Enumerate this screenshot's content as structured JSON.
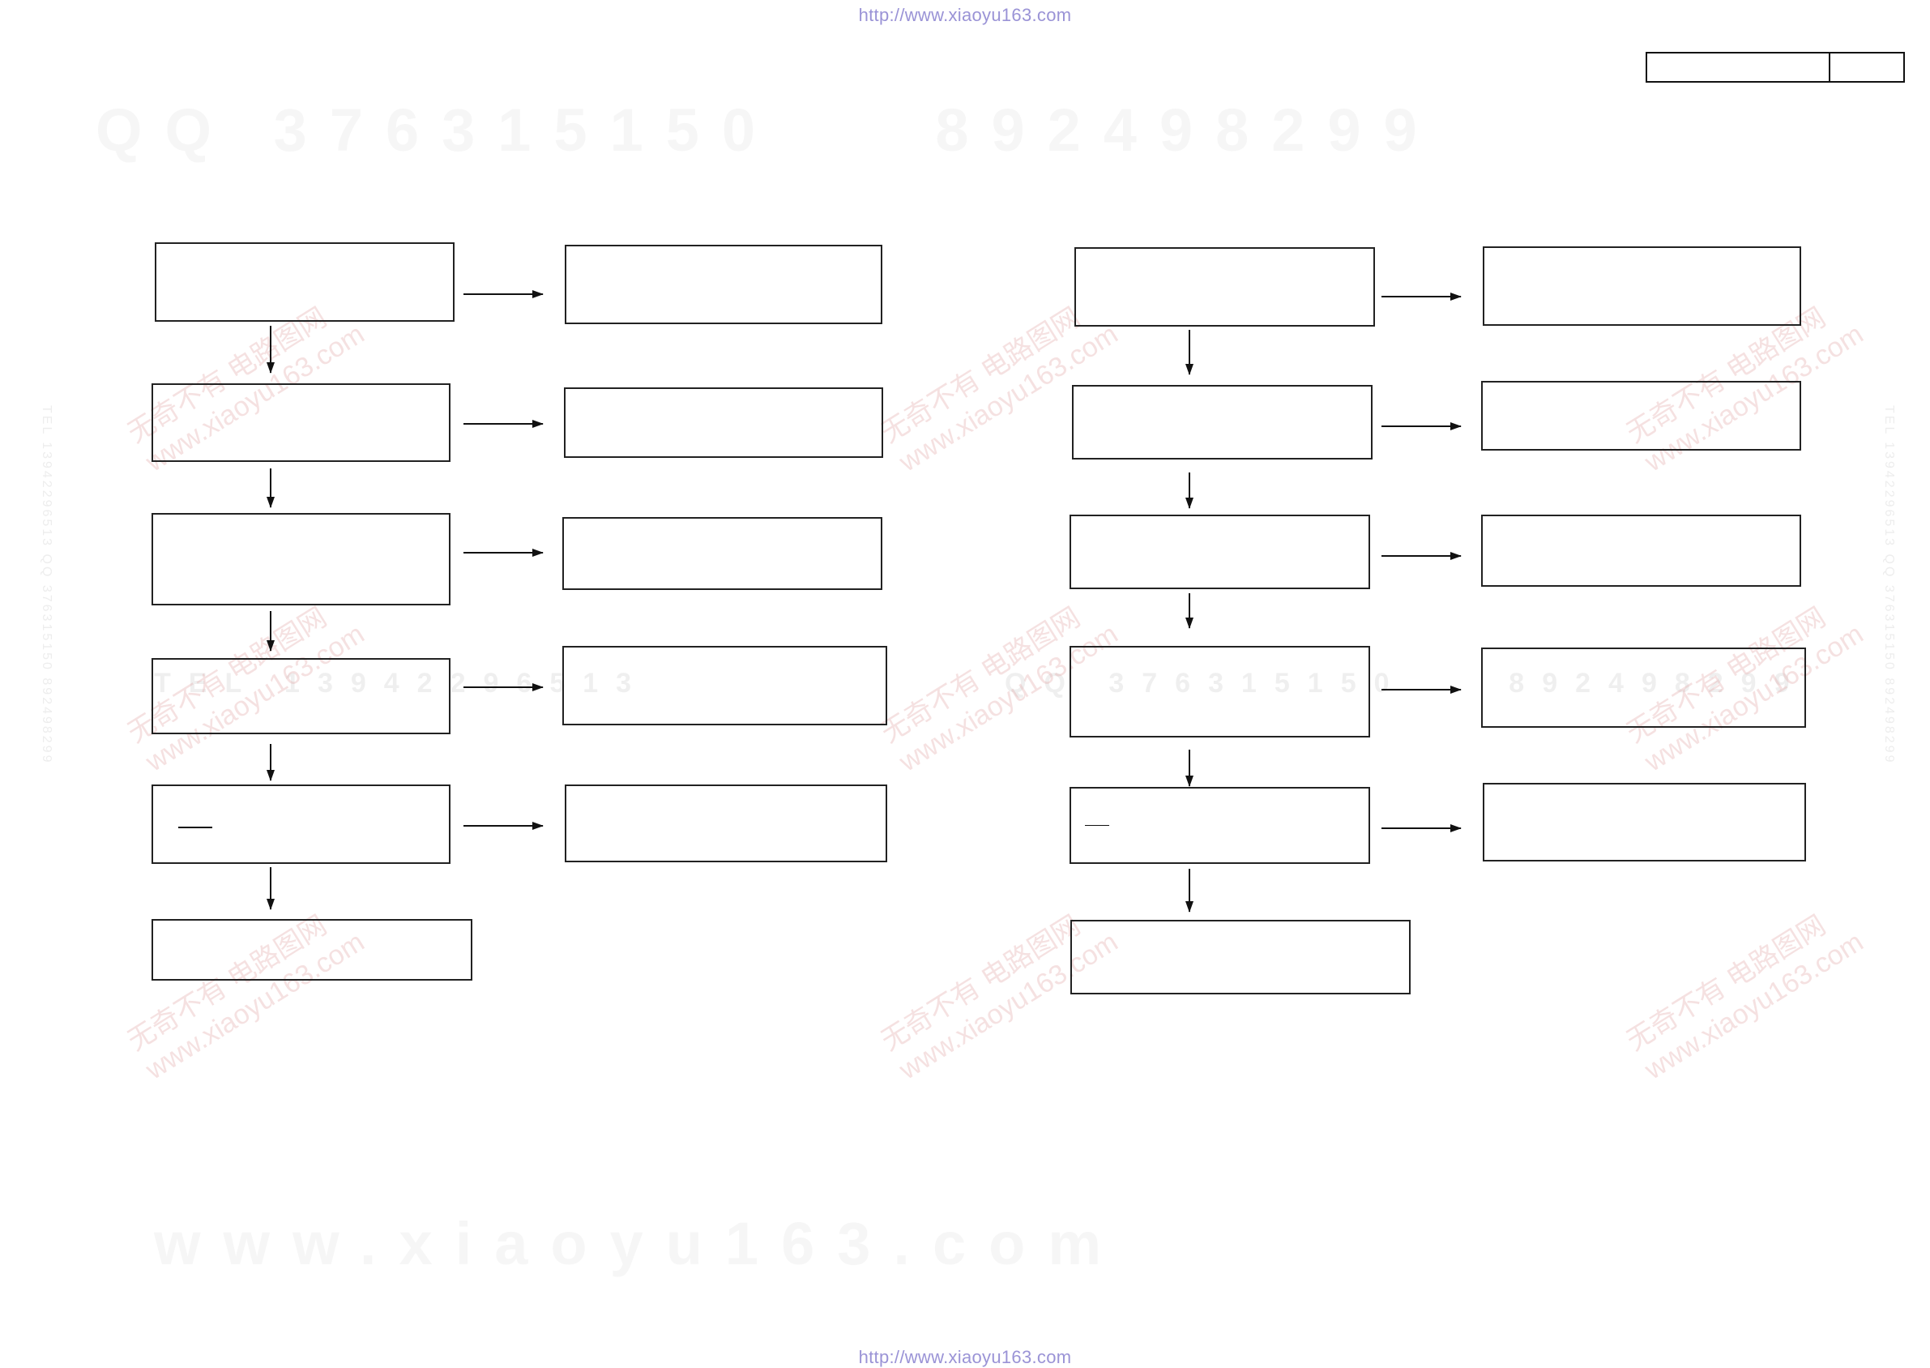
{
  "header": {
    "url": "http://www.xiaoyu163.com"
  },
  "footer": {
    "url": "http://www.xiaoyu163.com"
  },
  "watermarks": {
    "qq_line": "QQ 376315150    892498299",
    "site_line": "www.xiaoyu163.com",
    "mid_line_left": "TEL 13942296513",
    "mid_line_right": "QQ 376315150    892498299",
    "stamp_cn": "无奇不有 电路图网",
    "stamp_url": "www.xiaoyu163.com",
    "side_left": "TEL 13942296513 QQ 376315150 892498299",
    "side_right": "TEL 13942296513 QQ 376315150 892498299"
  },
  "colors": {
    "url_text": "#9a93d6",
    "box_border": "#222222",
    "arrow": "#111111",
    "stamp": "#e1aaaa"
  },
  "diagram": {
    "left_column": {
      "main_boxes": [
        "",
        "",
        "",
        "",
        "",
        ""
      ],
      "side_boxes": [
        "",
        "",
        "",
        "",
        ""
      ]
    },
    "right_column": {
      "main_boxes": [
        "",
        "",
        "",
        "",
        "",
        ""
      ],
      "side_boxes": [
        "",
        "",
        "",
        "",
        ""
      ]
    }
  }
}
